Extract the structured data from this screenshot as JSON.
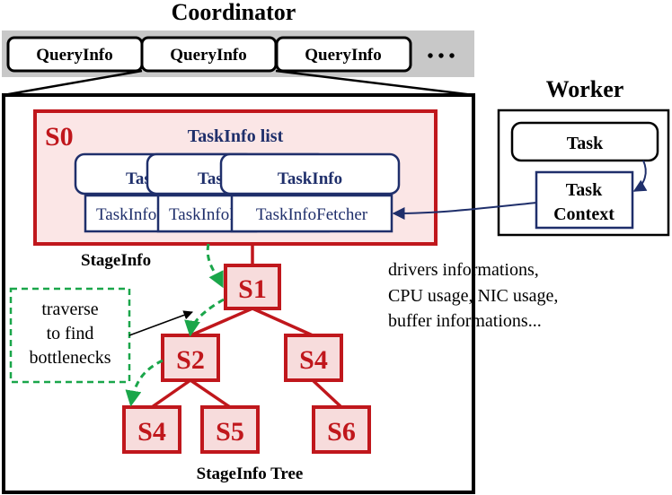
{
  "coordinator": {
    "title": "Coordinator",
    "query_boxes": [
      "QueryInfo",
      "QueryInfo",
      "QueryInfo"
    ],
    "ellipsis": "• • •"
  },
  "worker": {
    "title": "Worker",
    "task_label": "Task",
    "task_context_label_line1": "Task",
    "task_context_label_line2": "Context"
  },
  "stage_s0": {
    "name": "S0",
    "taskinfo_list_label": "TaskInfo list",
    "taskinfo_cards": [
      {
        "header": "TaskInfo",
        "fetcher": "TaskInfoFetcher"
      },
      {
        "header": "TaskInfo",
        "fetcher": "TaskInfoFetcher"
      },
      {
        "header": "TaskInfo",
        "fetcher": "TaskInfoFetcher"
      }
    ],
    "stageinfo_label": "StageInfo"
  },
  "tree": {
    "nodes": [
      "S1",
      "S2",
      "S4",
      "S4",
      "S5",
      "S6"
    ],
    "caption": "StageInfo Tree"
  },
  "traverse_note": [
    "traverse",
    "to find",
    "bottlenecks"
  ],
  "worker_info": [
    "drivers informations,",
    "CPU usage, NIC usage,",
    "buffer informations..."
  ],
  "colors": {
    "dark_red": "#c0171c",
    "node_fill": "#f7dcdc",
    "s0_fill": "#fbe6e6",
    "navy": "#1f2f6b",
    "green": "#1aa64a",
    "gray": "#c8c8c8"
  }
}
